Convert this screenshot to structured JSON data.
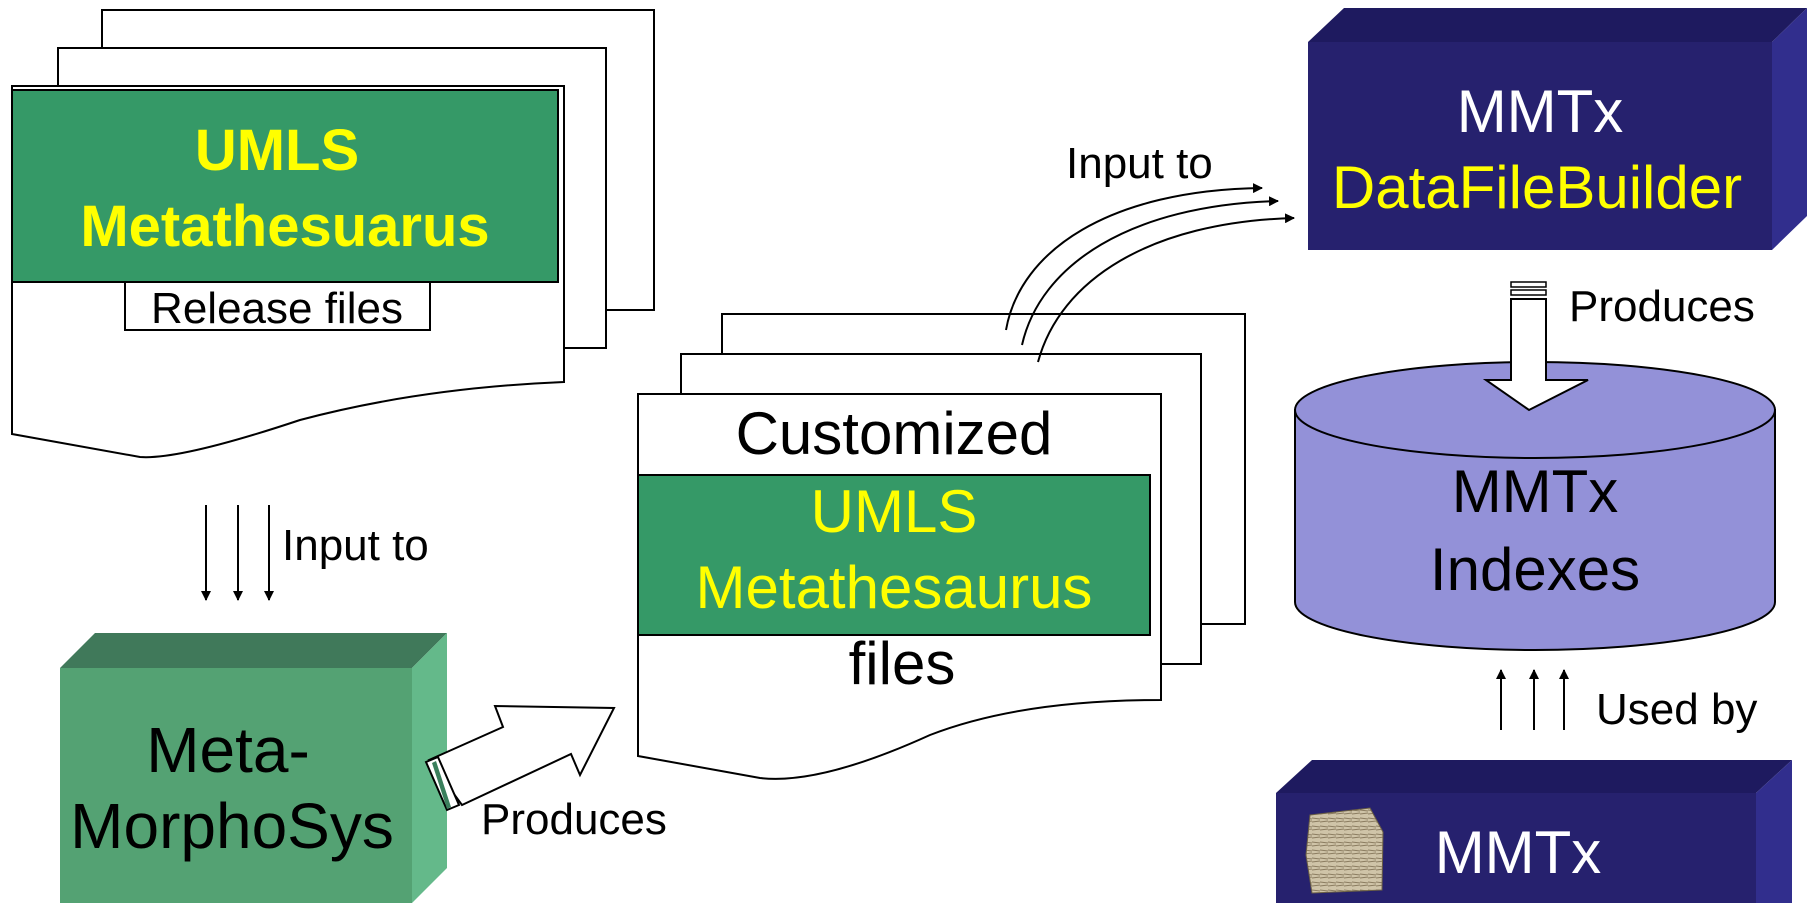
{
  "colors": {
    "green_box": "#359967",
    "green_box_front": "#54a273",
    "green_box_top": "#40795a",
    "green_box_side": "#64b98a",
    "yellow_text": "#ffff00",
    "navy_box": "#26216e",
    "navy_box_top": "#1e1a5f",
    "navy_box_side": "#312e8d",
    "cylinder": "#9391d8"
  },
  "release_doc": {
    "title_line1": "UMLS",
    "title_line2": "Metathesuarus",
    "label": "Release files"
  },
  "metamorphosys": {
    "line1": "Meta-",
    "line2": "MorphoSys"
  },
  "customized_doc": {
    "header": "Customized",
    "title_line1": "UMLS",
    "title_line2": "Metathesaurus",
    "footer": "files"
  },
  "datafilebuilder": {
    "line1": "MMTx",
    "line2": "DataFileBuilder"
  },
  "indexes": {
    "line1": "MMTx",
    "line2": "Indexes"
  },
  "mmtx_box": {
    "label": "MMTx"
  },
  "connectors": {
    "input_to_1": "Input to",
    "produces_1": "Produces",
    "input_to_2": "Input to",
    "produces_2": "Produces",
    "used_by": "Used by"
  }
}
